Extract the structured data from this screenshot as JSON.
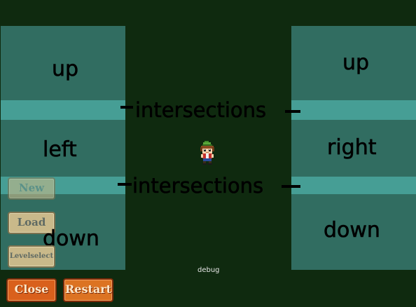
{
  "labels": {
    "up_left": "up",
    "up_right": "up",
    "left": "left",
    "right": "right",
    "down_left": "down",
    "down_right": "down",
    "intersection_top": "intersections",
    "intersection_bottom": "intersections"
  },
  "buttons": {
    "new": "New",
    "load": "Load",
    "levelselect": "Levelselect",
    "close": "Close",
    "restart": "Restart"
  },
  "debug": "debug",
  "colors": {
    "background": "#0f2a0f",
    "panel": "#316d61",
    "strip": "#469e95",
    "button_beige": "#c9b98a",
    "button_orange": "#d9601c"
  },
  "icons": {
    "player": "player-character-icon"
  }
}
